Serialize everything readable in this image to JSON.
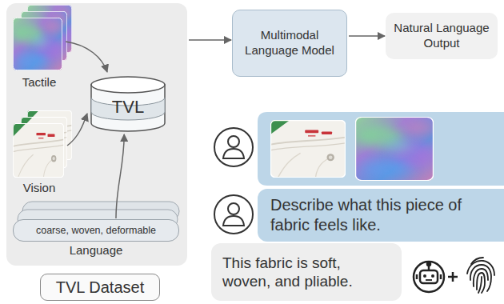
{
  "diagram": {
    "nodes": [
      {
        "text": [
          "TVL Dataset"
        ]
      },
      {
        "text": [
          "TVL"
        ],
        "in": 0
      },
      {
        "text": [
          "coarse, woven, deformable"
        ],
        "in": 0
      },
      {
        "text": [
          "Multimodal Language Model"
        ]
      },
      {
        "text": [
          "Natural Language Output"
        ]
      },
      {
        "text": [
          "Describe what this piece of fabric feels like."
        ]
      },
      {
        "text": [
          "This fabric is soft, woven, and pliable."
        ]
      }
    ],
    "edges": [
      {
        "from": 2,
        "to": 1,
        "arrow": "to"
      },
      {
        "from": 0,
        "to": 3,
        "arrow": "to"
      },
      {
        "from": 3,
        "to": 4,
        "arrow": "to"
      }
    ],
    "labels": [
      "Tactile",
      "Vision",
      "Language"
    ]
  }
}
